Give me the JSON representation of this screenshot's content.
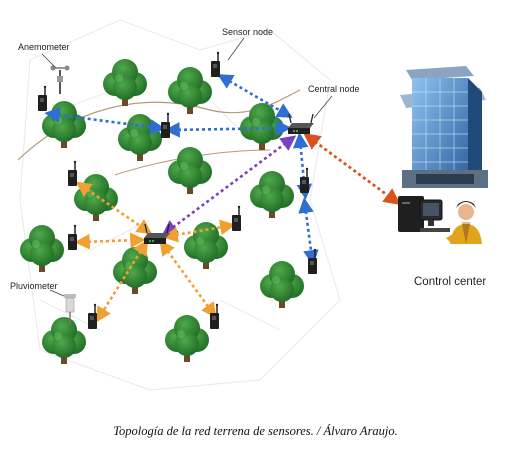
{
  "labels": {
    "anemometer": "Anemometer",
    "sensor_node": "Sensor node",
    "central_node": "Central node",
    "pluviometer": "Pluviometer",
    "control_center": "Control center"
  },
  "caption": "Topología de la red terrena de sensores. / Álvaro Araujo.",
  "link_colors": {
    "sensor_to_central": "#2f6fd1",
    "relay_to_sensor": "#f0a030",
    "relay_to_central": "#7b3fc4",
    "central_to_control": "#d9531e"
  },
  "icons": [
    "tree-icon",
    "sensor-node-icon",
    "router-icon",
    "anemometer-icon",
    "pluviometer-icon",
    "building-icon",
    "computer-icon",
    "operator-icon"
  ]
}
